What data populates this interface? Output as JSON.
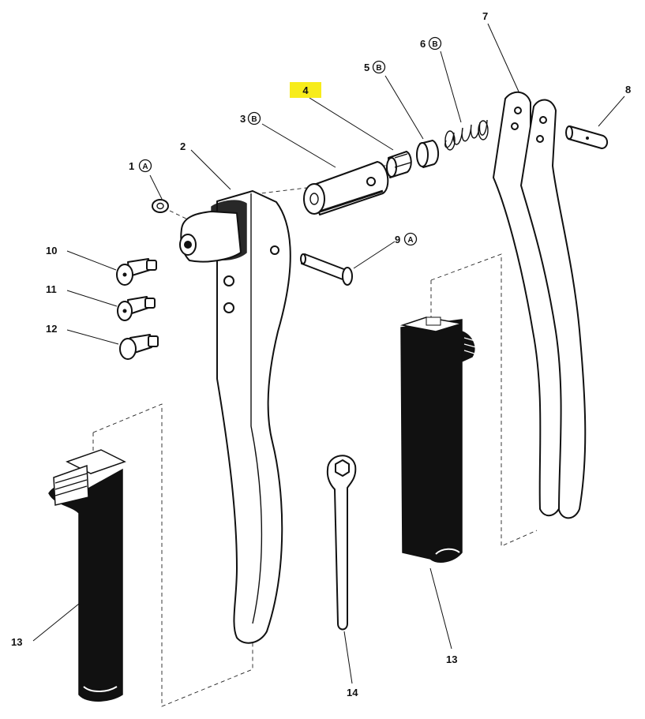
{
  "callouts": [
    {
      "id": "c1",
      "number": "1",
      "letter": "A"
    },
    {
      "id": "c2",
      "number": "2",
      "letter": ""
    },
    {
      "id": "c3",
      "number": "3",
      "letter": "B"
    },
    {
      "id": "c4",
      "number": "4",
      "letter": "",
      "highlight": "#f7ec1b"
    },
    {
      "id": "c5",
      "number": "5",
      "letter": "B"
    },
    {
      "id": "c6",
      "number": "6",
      "letter": "B"
    },
    {
      "id": "c7",
      "number": "7",
      "letter": ""
    },
    {
      "id": "c8",
      "number": "8",
      "letter": ""
    },
    {
      "id": "c9",
      "number": "9",
      "letter": "A"
    },
    {
      "id": "c10",
      "number": "10",
      "letter": ""
    },
    {
      "id": "c11",
      "number": "11",
      "letter": ""
    },
    {
      "id": "c12",
      "number": "12",
      "letter": ""
    },
    {
      "id": "c13a",
      "number": "13",
      "letter": ""
    },
    {
      "id": "c13b",
      "number": "13",
      "letter": ""
    },
    {
      "id": "c14",
      "number": "14",
      "letter": ""
    }
  ],
  "colors": {
    "ink": "#111111",
    "paper": "#ffffff",
    "highlight": "#f7ec1b"
  }
}
